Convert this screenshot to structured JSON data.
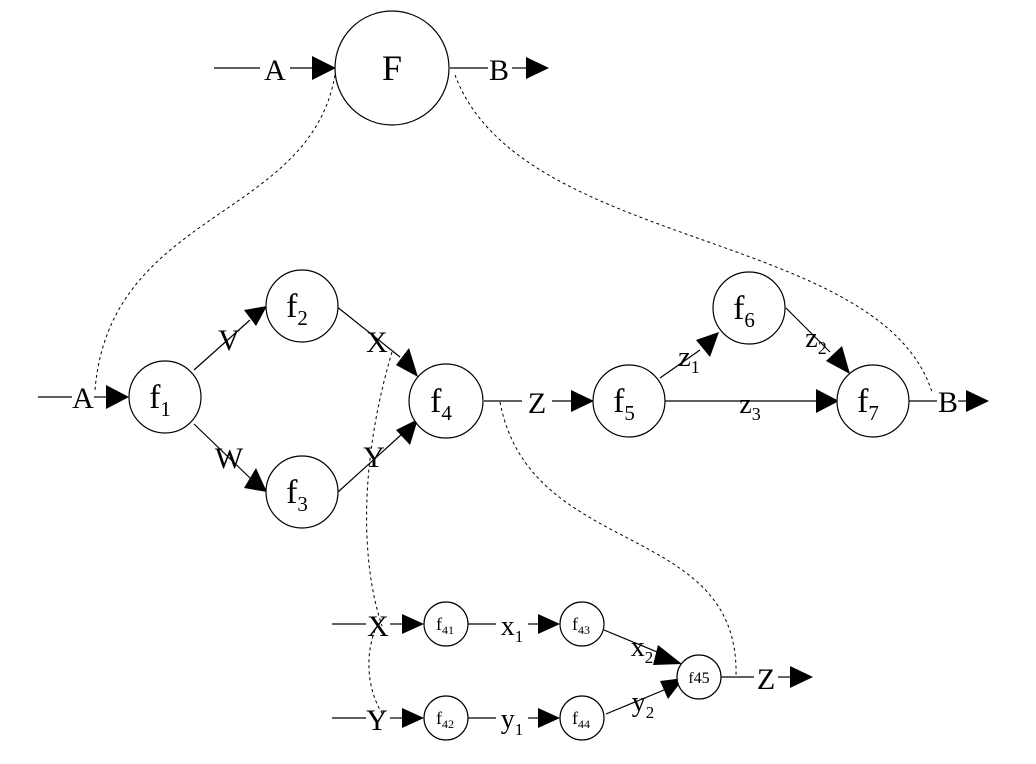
{
  "top": {
    "node": {
      "main": "F",
      "sub": ""
    },
    "labels": {
      "in": "A",
      "out": "B"
    }
  },
  "middle": {
    "nodes": {
      "f1": {
        "main": "f",
        "sub": "1"
      },
      "f2": {
        "main": "f",
        "sub": "2"
      },
      "f3": {
        "main": "f",
        "sub": "3"
      },
      "f4": {
        "main": "f",
        "sub": "4"
      },
      "f5": {
        "main": "f",
        "sub": "5"
      },
      "f6": {
        "main": "f",
        "sub": "6"
      },
      "f7": {
        "main": "f",
        "sub": "7"
      }
    },
    "labels": {
      "A": "A",
      "V": "V",
      "W": "W",
      "X": "X",
      "Y": "Y",
      "Z": "Z",
      "z1": {
        "main": "z",
        "sub": "1"
      },
      "z2": {
        "main": "z",
        "sub": "2"
      },
      "z3": {
        "main": "z",
        "sub": "3"
      },
      "B": "B"
    }
  },
  "bottom": {
    "nodes": {
      "f41": {
        "main": "f",
        "sub": "41"
      },
      "f42": {
        "main": "f",
        "sub": "42"
      },
      "f43": {
        "main": "f",
        "sub": "43"
      },
      "f44": {
        "main": "f",
        "sub": "44"
      },
      "f45": {
        "main": "f45",
        "sub": ""
      }
    },
    "labels": {
      "X": "X",
      "Y": "Y",
      "x1": {
        "main": "x",
        "sub": "1"
      },
      "y1": {
        "main": "y",
        "sub": "1"
      },
      "x2": {
        "main": "x",
        "sub": "2"
      },
      "y2": {
        "main": "y",
        "sub": "2"
      },
      "Z": "Z"
    }
  }
}
